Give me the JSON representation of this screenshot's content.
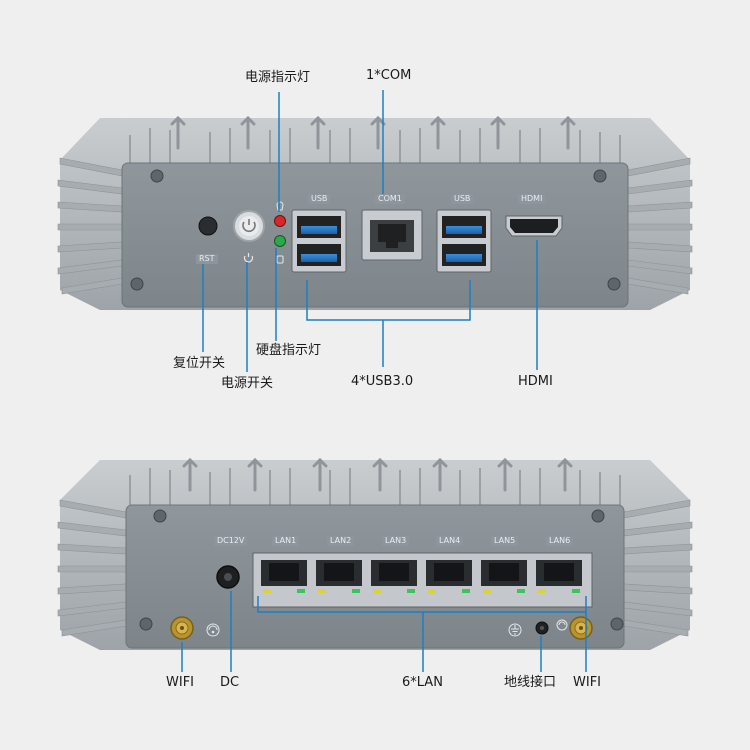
{
  "top_panel": {
    "port_labels": {
      "rst": "RST",
      "usb_left": "USB",
      "com": "COM1",
      "usb_right": "USB",
      "hdmi": "HDMI"
    },
    "callouts": {
      "power_led": "电源指示灯",
      "com": "1*COM",
      "reset": "复位开关",
      "hdd_led": "硬盘指示灯",
      "power_switch": "电源开关",
      "usb": "4*USB3.0",
      "hdmi": "HDMI"
    }
  },
  "bottom_panel": {
    "port_labels": {
      "dc": "DC12V",
      "lan": [
        "LAN1",
        "LAN2",
        "LAN3",
        "LAN4",
        "LAN5",
        "LAN6"
      ]
    },
    "callouts": {
      "wifi_left": "WIFI",
      "dc": "DC",
      "lan": "6*LAN",
      "ground": "地线接口",
      "wifi_right": "WIFI"
    }
  },
  "colors": {
    "callout_line": "#1d7fc4",
    "panel": "#858d92",
    "heatsink": "#b2b7bb",
    "background": "#efefef"
  }
}
